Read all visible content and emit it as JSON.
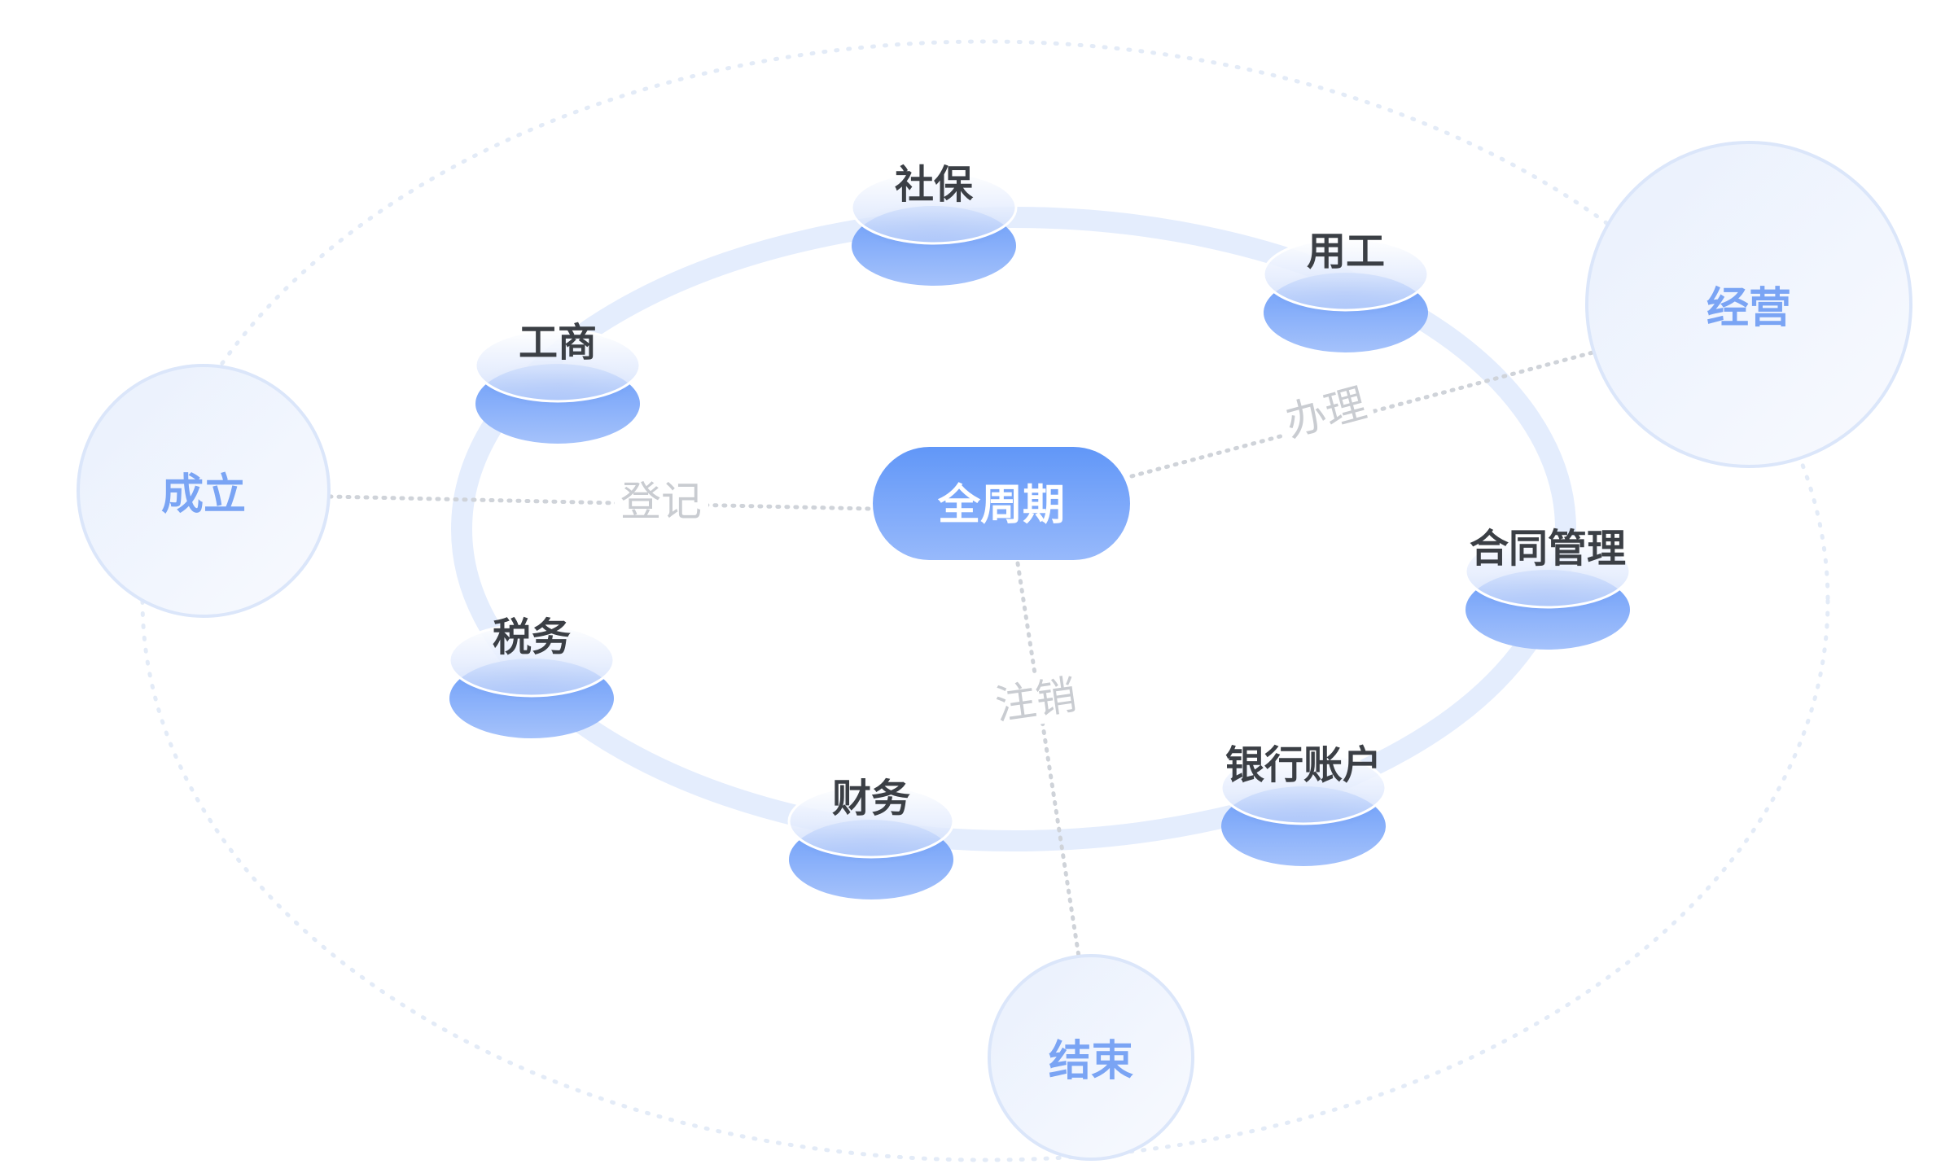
{
  "center": {
    "label": "全周期"
  },
  "stages": [
    {
      "id": "establish",
      "label": "成立"
    },
    {
      "id": "operate",
      "label": "经营"
    },
    {
      "id": "close",
      "label": "结束"
    }
  ],
  "links": [
    {
      "id": "register",
      "label": "登记"
    },
    {
      "id": "handle",
      "label": "办理"
    },
    {
      "id": "cancel",
      "label": "注销"
    }
  ],
  "modules": [
    {
      "id": "social-security",
      "label": "社保"
    },
    {
      "id": "employment",
      "label": "用工"
    },
    {
      "id": "business-registration",
      "label": "工商"
    },
    {
      "id": "contract-management",
      "label": "合同管理"
    },
    {
      "id": "tax",
      "label": "税务"
    },
    {
      "id": "bank-account",
      "label": "银行账户"
    },
    {
      "id": "finance",
      "label": "财务"
    }
  ],
  "colors": {
    "accent": "#6a9cf8",
    "accent_light": "#9dbcfb",
    "stage_text": "#7aa4f4",
    "ring": "#e4edfd",
    "outer_dots": "#e3ebf7",
    "link_dots": "#cfd3d9",
    "link_text": "#c9ccd1",
    "module_text": "#3b3f45"
  }
}
